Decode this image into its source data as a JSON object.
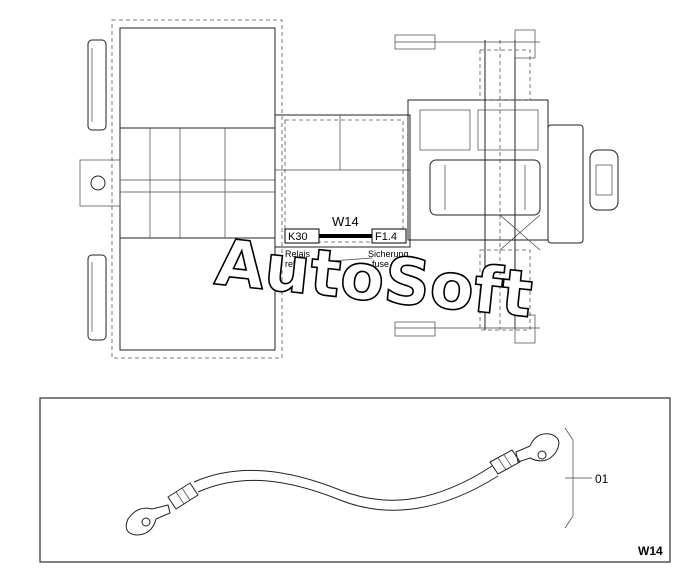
{
  "overview": {
    "wire_label": "W14",
    "from_terminal": "K30",
    "to_terminal": "F1.4",
    "relay_label_de": "Relais",
    "relay_label_en": "relay",
    "fuse_label_de": "Sicherung",
    "fuse_label_en": "fuse"
  },
  "watermark": {
    "text": "AutoSoft"
  },
  "detail": {
    "item_number": "01",
    "drawing_id": "W14"
  }
}
